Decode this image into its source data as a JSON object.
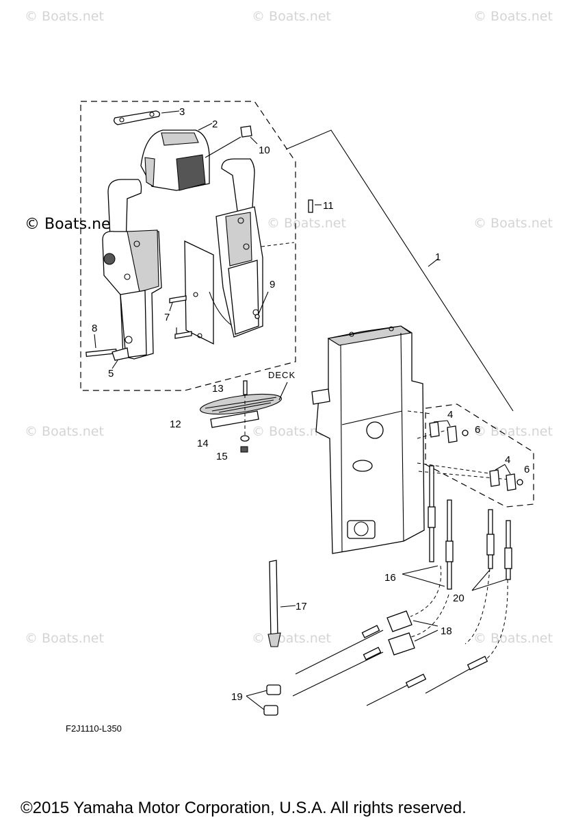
{
  "watermark": "© Boats.net",
  "figure_code": "F2J1110-L350",
  "copyright": "©2015 Yamaha Motor Corporation, U.S.A. All rights reserved.",
  "deck_label": "DECK",
  "callouts": {
    "c1": "1",
    "c2": "2",
    "c3": "3",
    "c4a": "4",
    "c4b": "4",
    "c5": "5",
    "c6a": "6",
    "c6b": "6",
    "c7": "7",
    "c8": "8",
    "c9": "9",
    "c10": "10",
    "c11": "11",
    "c12": "12",
    "c13": "13",
    "c14": "14",
    "c15": "15",
    "c16": "16",
    "c17": "17",
    "c18": "18",
    "c19": "19",
    "c20": "20"
  }
}
